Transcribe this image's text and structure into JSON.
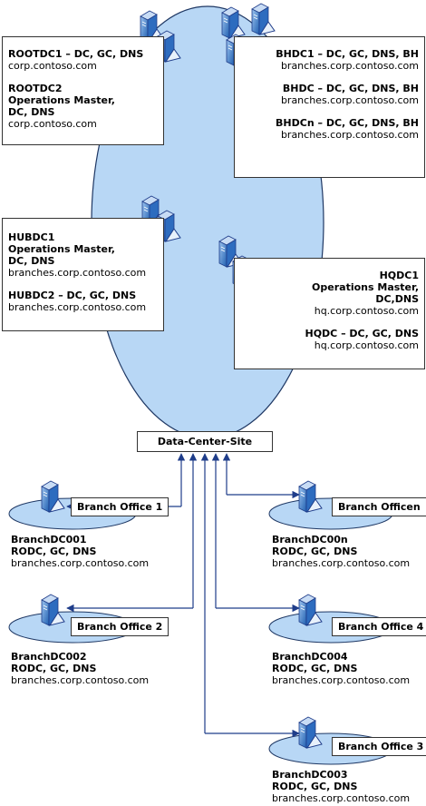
{
  "hub": {
    "root_box": [
      {
        "name": "ROOTDC1 – DC, GC, DNS",
        "domain": "corp.contoso.com"
      },
      {
        "name": "ROOTDC2\nOperations Master,\nDC, DNS",
        "domain": "corp.contoso.com"
      }
    ],
    "bh_box": [
      {
        "name": "BHDC1 – DC, GC, DNS, BH",
        "domain": "branches.corp.contoso.com"
      },
      {
        "name": "BHDC – DC, GC, DNS, BH",
        "domain": "branches.corp.contoso.com"
      },
      {
        "name": "BHDCn – DC, GC, DNS, BH",
        "domain": "branches.corp.contoso.com"
      }
    ],
    "hub_box": [
      {
        "name": "HUBDC1\nOperations Master,\nDC, DNS",
        "domain": "branches.corp.contoso.com"
      },
      {
        "name": "HUBDC2 – DC, GC, DNS",
        "domain": "branches.corp.contoso.com"
      }
    ],
    "hq_box": [
      {
        "name": "HQDC1\nOperations Master,\nDC,DNS",
        "domain": "hq.corp.contoso.com"
      },
      {
        "name": "HQDC – DC, GC, DNS",
        "domain": "hq.corp.contoso.com"
      }
    ]
  },
  "datacenter_label": "Data-Center-Site",
  "branches": [
    {
      "label": "Branch Office 1",
      "dc": "BranchDC001",
      "roles": "RODC, GC, DNS",
      "domain": "branches.corp.contoso.com"
    },
    {
      "label": "Branch Officen",
      "dc": "BranchDC00n",
      "roles": "RODC, GC, DNS",
      "domain": "branches.corp.contoso.com"
    },
    {
      "label": "Branch Office 2",
      "dc": "BranchDC002",
      "roles": "RODC, GC, DNS",
      "domain": "branches.corp.contoso.com"
    },
    {
      "label": "Branch Office 4",
      "dc": "BranchDC004",
      "roles": "RODC, GC, DNS",
      "domain": "branches.corp.contoso.com"
    },
    {
      "label": "Branch Office 3",
      "dc": "BranchDC003",
      "roles": "RODC, GC, DNS",
      "domain": "branches.corp.contoso.com"
    }
  ],
  "colors": {
    "site_fill": "#b8d7f5",
    "site_stroke": "#1f3864",
    "arrow": "#1f3d8a",
    "server_fill": "#3b79c9"
  },
  "icons": [
    "server-icon"
  ]
}
